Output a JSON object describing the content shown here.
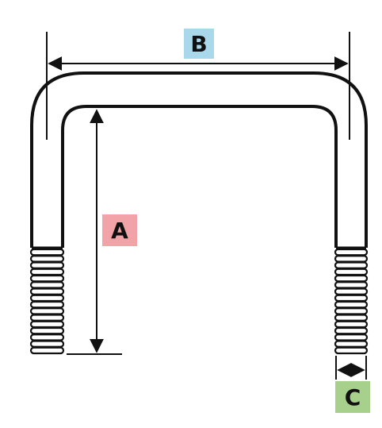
{
  "labels": {
    "a": {
      "text": "A",
      "color": "#f2a3a8"
    },
    "b": {
      "text": "B",
      "color": "#a9d8ea"
    },
    "c": {
      "text": "C",
      "color": "#a8d08d"
    }
  },
  "colors": {
    "stroke": "#111111",
    "background": "#ffffff"
  }
}
